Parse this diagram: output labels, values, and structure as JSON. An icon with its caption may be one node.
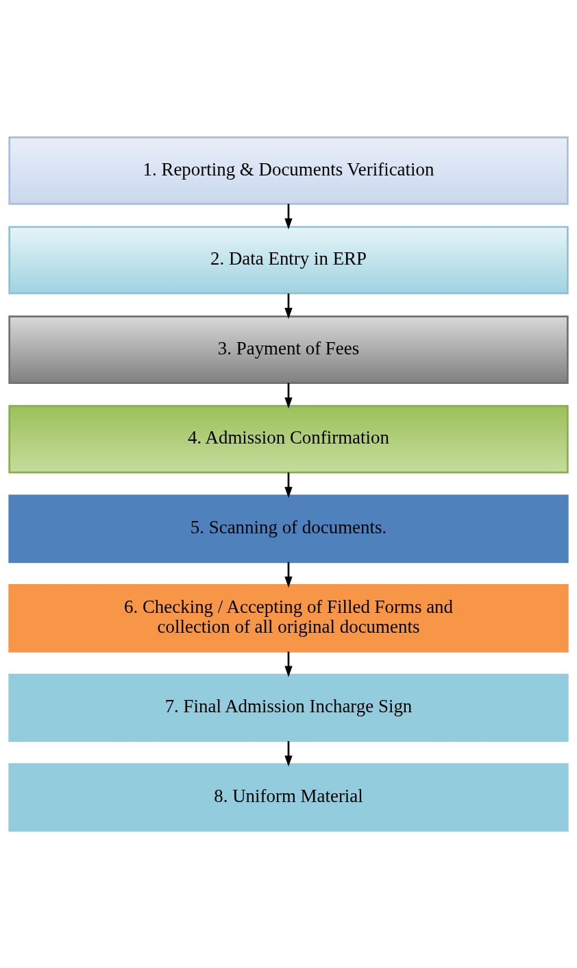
{
  "diagram": {
    "nodes": [
      {
        "text": [
          "1. Reporting & Documents Verification"
        ]
      },
      {
        "text": [
          "2. Data Entry in ERP"
        ]
      },
      {
        "text": [
          "3. Payment of Fees"
        ]
      },
      {
        "text": [
          "4. Admission Confirmation"
        ]
      },
      {
        "text": [
          "5. Scanning of documents."
        ]
      },
      {
        "text": [
          "6. Checking / Accepting of Filled Forms and collection of all original documents"
        ]
      },
      {
        "text": [
          "7. Final Admission Incharge Sign"
        ]
      },
      {
        "text": [
          "8. Uniform Material"
        ]
      }
    ],
    "edges": [
      {
        "from": 0,
        "to": 1,
        "arrow": "to"
      },
      {
        "from": 1,
        "to": 2,
        "arrow": "to"
      },
      {
        "from": 2,
        "to": 3,
        "arrow": "to"
      },
      {
        "from": 3,
        "to": 4,
        "arrow": "to"
      },
      {
        "from": 4,
        "to": 5,
        "arrow": "to"
      },
      {
        "from": 5,
        "to": 6,
        "arrow": "to"
      },
      {
        "from": 6,
        "to": 7,
        "arrow": "to"
      }
    ]
  }
}
